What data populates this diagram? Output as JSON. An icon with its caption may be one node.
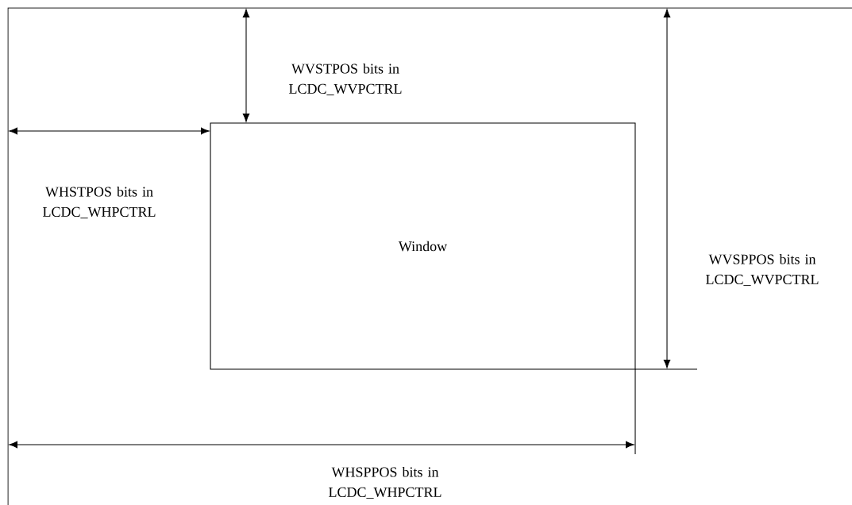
{
  "diagram": {
    "nodes": [
      {
        "text": [
          "Window"
        ]
      }
    ],
    "edges": [],
    "labels": [
      "WVSTPOS bits in LCDC_WVPCTRL",
      "WHSTPOS bits in LCDC_WHPCTRL",
      "WVSPPOS bits in LCDC_WVPCTRL",
      "WHSPPOS bits in LCDC_WHPCTRL"
    ]
  }
}
